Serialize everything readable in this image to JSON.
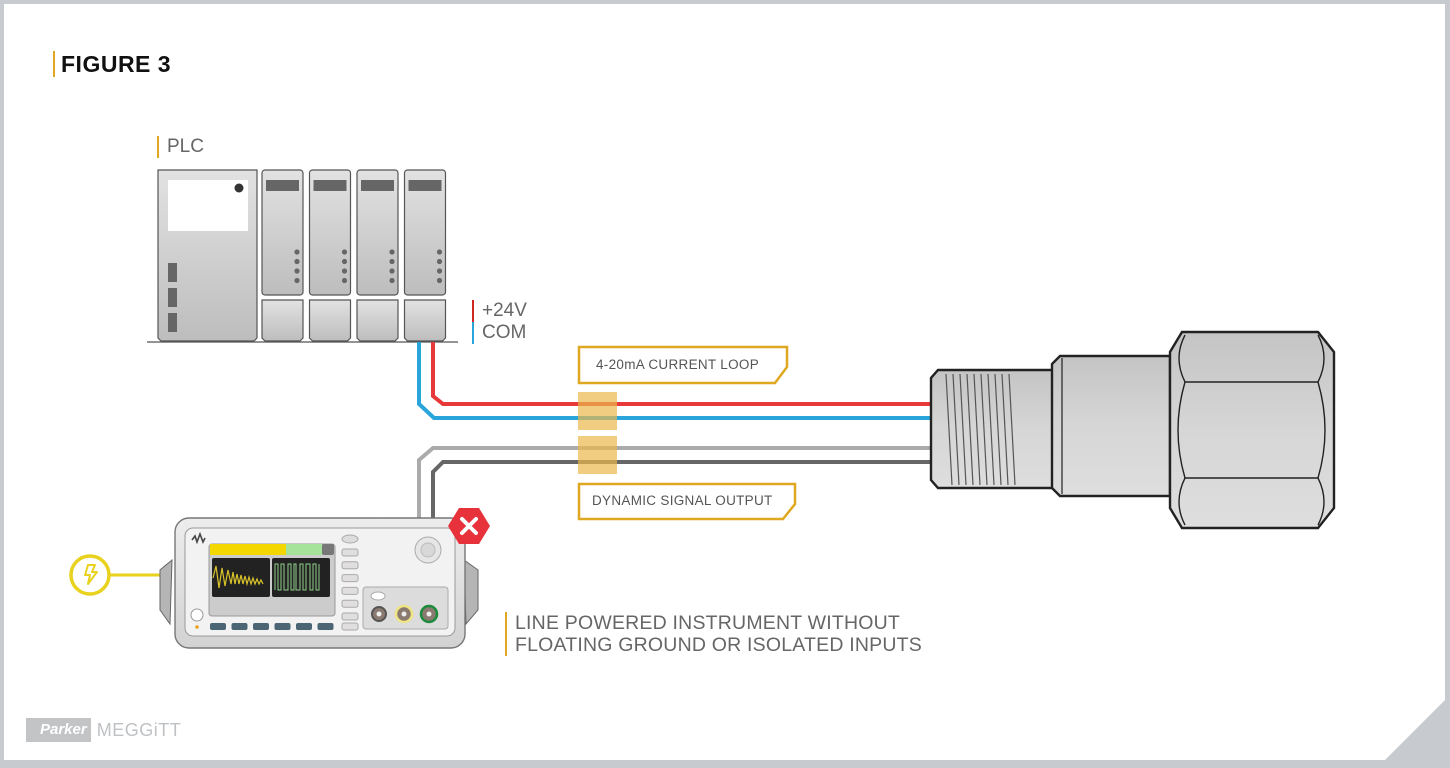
{
  "figure": {
    "title": "FIGURE 3"
  },
  "plc": {
    "label": "PLC",
    "module_count": 4
  },
  "power": {
    "positive_label": "+24V",
    "common_label": "COM"
  },
  "callouts": {
    "current_loop": "4-20mA  CURRENT LOOP",
    "dynamic_output": "DYNAMIC SIGNAL OUTPUT"
  },
  "instrument": {
    "warning_text_line1": "LINE POWERED INSTRUMENT WITHOUT",
    "warning_text_line2": "FLOATING GROUND OR ISOLATED INPUTS",
    "status_icon": "error-x-icon",
    "power_icon": "lightning-bolt-icon"
  },
  "branding": {
    "parker": "Parker",
    "meggitt": "MEGGiTT"
  },
  "colors": {
    "accent": "#e0a820",
    "wire_positive": "#e8393a",
    "wire_common": "#29a5dc",
    "wire_signal_light": "#a8a8a8",
    "wire_signal_dark": "#666666",
    "error_red": "#e8323b",
    "power_yellow": "#e8d21e",
    "frame": "#c7cbcf"
  }
}
